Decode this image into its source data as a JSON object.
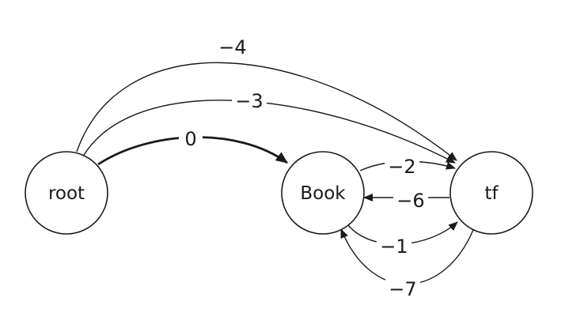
{
  "diagram": {
    "nodes": [
      {
        "id": "root",
        "label": "root"
      },
      {
        "id": "book",
        "label": "Book"
      },
      {
        "id": "tf",
        "label": "tf"
      }
    ],
    "edges": [
      {
        "id": "root-tf-outer",
        "from": "root",
        "to": "tf",
        "weight": "−4"
      },
      {
        "id": "root-tf-inner",
        "from": "root",
        "to": "tf",
        "weight": "−3"
      },
      {
        "id": "root-book",
        "from": "root",
        "to": "book",
        "weight": "0",
        "emphasis": "bold"
      },
      {
        "id": "book-tf-top",
        "from": "book",
        "to": "tf",
        "weight": "−2"
      },
      {
        "id": "tf-book",
        "from": "tf",
        "to": "book",
        "weight": "−6"
      },
      {
        "id": "book-tf-bottom",
        "from": "book",
        "to": "tf",
        "weight": "−1"
      },
      {
        "id": "tf-book-lower",
        "from": "tf",
        "to": "book",
        "weight": "−7"
      }
    ]
  }
}
